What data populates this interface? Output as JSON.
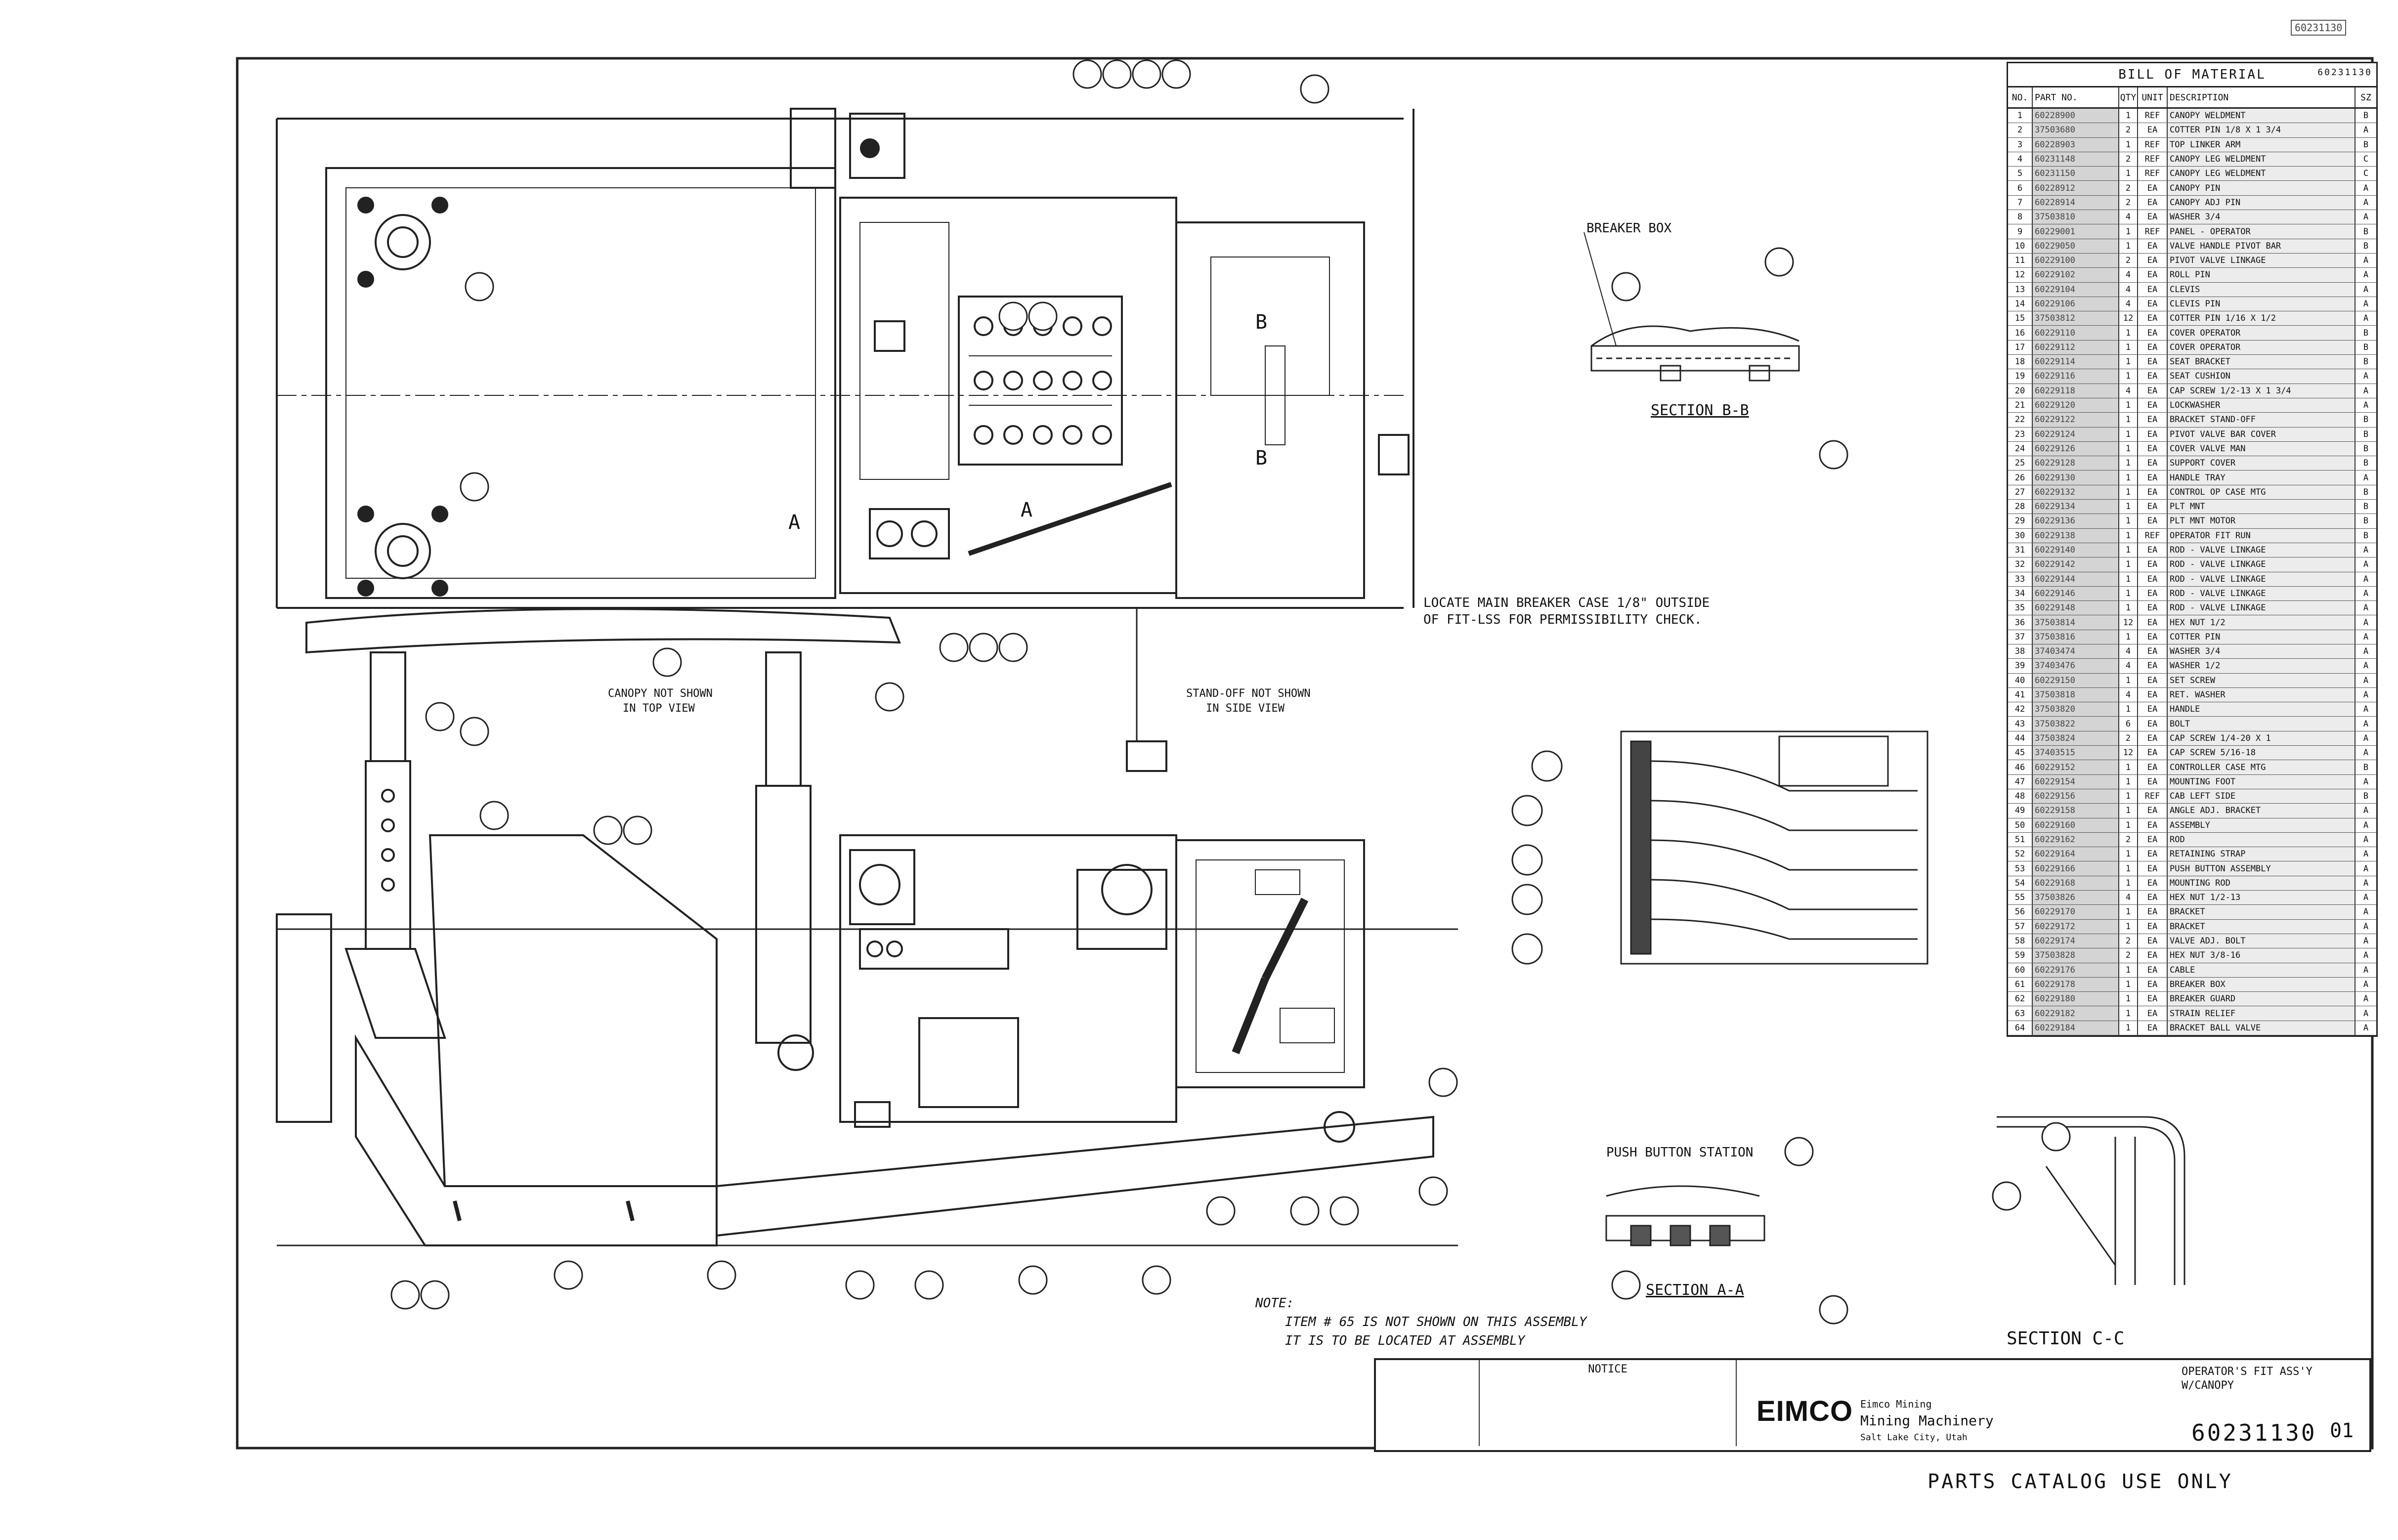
{
  "drawing": {
    "top_code": "60231130",
    "catalog_note": "PARTS CATALOG USE ONLY",
    "callouts": {
      "breaker_box": "BREAKER BOX",
      "section_b": "SECTION B-B",
      "section_a": "SECTION A-A",
      "section_c": "SECTION C-C",
      "push_button_station": "PUSH BUTTON STATION",
      "locate_main_breaker": "LOCATE MAIN BREAKER CASE 1/8\" OUTSIDE",
      "locate_main_breaker_2": "OF FIT-LSS FOR PERMISSIBILITY CHECK.",
      "canopy_not_shown": "CANOPY NOT SHOWN",
      "in_top_view": "IN TOP VIEW",
      "stand_off_not_shown": "STAND-OFF NOT SHOWN",
      "in_side_view": "IN SIDE VIEW"
    },
    "view_labels": {
      "a_left": "A",
      "a_right": "A",
      "b_top": "B",
      "b_bottom": "B"
    },
    "notes": {
      "heading": "NOTE:",
      "line1": "ITEM # 65 IS NOT SHOWN ON THIS ASSEMBLY",
      "line2": "IT IS TO BE LOCATED AT ASSEMBLY"
    }
  },
  "bom": {
    "title": "BILL OF MATERIAL",
    "dwg_ref": "60231130",
    "columns": [
      "NO.",
      "PART NO.",
      "QTY",
      "UNIT",
      "DESCRIPTION",
      "SZ"
    ],
    "rows": [
      [
        "1",
        "60228900",
        "1",
        "REF",
        "CANOPY WELDMENT",
        "B"
      ],
      [
        "2",
        "37503680",
        "2",
        "EA",
        "COTTER PIN 1/8 X 1 3/4",
        "A"
      ],
      [
        "3",
        "60228903",
        "1",
        "REF",
        "TOP LINKER ARM",
        "B"
      ],
      [
        "4",
        "60231148",
        "2",
        "REF",
        "CANOPY LEG WELDMENT",
        "C"
      ],
      [
        "5",
        "60231150",
        "1",
        "REF",
        "CANOPY LEG WELDMENT",
        "C"
      ],
      [
        "6",
        "60228912",
        "2",
        "EA",
        "CANOPY PIN",
        "A"
      ],
      [
        "7",
        "60228914",
        "2",
        "EA",
        "CANOPY ADJ PIN",
        "A"
      ],
      [
        "8",
        "37503810",
        "4",
        "EA",
        "WASHER 3/4",
        "A"
      ],
      [
        "9",
        "60229001",
        "1",
        "REF",
        "PANEL - OPERATOR",
        "B"
      ],
      [
        "10",
        "60229050",
        "1",
        "EA",
        "VALVE HANDLE PIVOT BAR",
        "B"
      ],
      [
        "11",
        "60229100",
        "2",
        "EA",
        "PIVOT VALVE LINKAGE",
        "A"
      ],
      [
        "12",
        "60229102",
        "4",
        "EA",
        "ROLL PIN",
        "A"
      ],
      [
        "13",
        "60229104",
        "4",
        "EA",
        "CLEVIS",
        "A"
      ],
      [
        "14",
        "60229106",
        "4",
        "EA",
        "CLEVIS PIN",
        "A"
      ],
      [
        "15",
        "37503812",
        "12",
        "EA",
        "COTTER PIN 1/16 X 1/2",
        "A"
      ],
      [
        "16",
        "60229110",
        "1",
        "EA",
        "COVER OPERATOR",
        "B"
      ],
      [
        "17",
        "60229112",
        "1",
        "EA",
        "COVER OPERATOR",
        "B"
      ],
      [
        "18",
        "60229114",
        "1",
        "EA",
        "SEAT BRACKET",
        "B"
      ],
      [
        "19",
        "60229116",
        "1",
        "EA",
        "SEAT CUSHION",
        "A"
      ],
      [
        "20",
        "60229118",
        "4",
        "EA",
        "CAP SCREW 1/2-13 X 1 3/4",
        "A"
      ],
      [
        "21",
        "60229120",
        "1",
        "EA",
        "LOCKWASHER",
        "A"
      ],
      [
        "22",
        "60229122",
        "1",
        "EA",
        "BRACKET STAND-OFF",
        "B"
      ],
      [
        "23",
        "60229124",
        "1",
        "EA",
        "PIVOT VALVE BAR COVER",
        "B"
      ],
      [
        "24",
        "60229126",
        "1",
        "EA",
        "COVER VALVE MAN",
        "B"
      ],
      [
        "25",
        "60229128",
        "1",
        "EA",
        "SUPPORT COVER",
        "B"
      ],
      [
        "26",
        "60229130",
        "1",
        "EA",
        "HANDLE TRAY",
        "A"
      ],
      [
        "27",
        "60229132",
        "1",
        "EA",
        "CONTROL OP CASE MTG",
        "B"
      ],
      [
        "28",
        "60229134",
        "1",
        "EA",
        "PLT MNT",
        "B"
      ],
      [
        "29",
        "60229136",
        "1",
        "EA",
        "PLT MNT MOTOR",
        "B"
      ],
      [
        "30",
        "60229138",
        "1",
        "REF",
        "OPERATOR FIT RUN",
        "B"
      ],
      [
        "31",
        "60229140",
        "1",
        "EA",
        "ROD - VALVE LINKAGE",
        "A"
      ],
      [
        "32",
        "60229142",
        "1",
        "EA",
        "ROD - VALVE LINKAGE",
        "A"
      ],
      [
        "33",
        "60229144",
        "1",
        "EA",
        "ROD - VALVE LINKAGE",
        "A"
      ],
      [
        "34",
        "60229146",
        "1",
        "EA",
        "ROD - VALVE LINKAGE",
        "A"
      ],
      [
        "35",
        "60229148",
        "1",
        "EA",
        "ROD - VALVE LINKAGE",
        "A"
      ],
      [
        "36",
        "37503814",
        "12",
        "EA",
        "HEX NUT 1/2",
        "A"
      ],
      [
        "37",
        "37503816",
        "1",
        "EA",
        "COTTER PIN",
        "A"
      ],
      [
        "38",
        "37403474",
        "4",
        "EA",
        "WASHER 3/4",
        "A"
      ],
      [
        "39",
        "37403476",
        "4",
        "EA",
        "WASHER 1/2",
        "A"
      ],
      [
        "40",
        "60229150",
        "1",
        "EA",
        "SET SCREW",
        "A"
      ],
      [
        "41",
        "37503818",
        "4",
        "EA",
        "RET. WASHER",
        "A"
      ],
      [
        "42",
        "37503820",
        "1",
        "EA",
        "HANDLE",
        "A"
      ],
      [
        "43",
        "37503822",
        "6",
        "EA",
        "BOLT",
        "A"
      ],
      [
        "44",
        "37503824",
        "2",
        "EA",
        "CAP SCREW 1/4-20 X 1",
        "A"
      ],
      [
        "45",
        "37403515",
        "12",
        "EA",
        "CAP SCREW 5/16-18",
        "A"
      ],
      [
        "46",
        "60229152",
        "1",
        "EA",
        "CONTROLLER CASE MTG",
        "B"
      ],
      [
        "47",
        "60229154",
        "1",
        "EA",
        "MOUNTING FOOT",
        "A"
      ],
      [
        "48",
        "60229156",
        "1",
        "REF",
        "CAB LEFT SIDE",
        "B"
      ],
      [
        "49",
        "60229158",
        "1",
        "EA",
        "ANGLE ADJ. BRACKET",
        "A"
      ],
      [
        "50",
        "60229160",
        "1",
        "EA",
        "ASSEMBLY",
        "A"
      ],
      [
        "51",
        "60229162",
        "2",
        "EA",
        "ROD",
        "A"
      ],
      [
        "52",
        "60229164",
        "1",
        "EA",
        "RETAINING STRAP",
        "A"
      ],
      [
        "53",
        "60229166",
        "1",
        "EA",
        "PUSH BUTTON ASSEMBLY",
        "A"
      ],
      [
        "54",
        "60229168",
        "1",
        "EA",
        "MOUNTING ROD",
        "A"
      ],
      [
        "55",
        "37503826",
        "4",
        "EA",
        "HEX NUT 1/2-13",
        "A"
      ],
      [
        "56",
        "60229170",
        "1",
        "EA",
        "BRACKET",
        "A"
      ],
      [
        "57",
        "60229172",
        "1",
        "EA",
        "BRACKET",
        "A"
      ],
      [
        "58",
        "60229174",
        "2",
        "EA",
        "VALVE ADJ. BOLT",
        "A"
      ],
      [
        "59",
        "37503828",
        "2",
        "EA",
        "HEX NUT 3/8-16",
        "A"
      ],
      [
        "60",
        "60229176",
        "1",
        "EA",
        "CABLE",
        "A"
      ],
      [
        "61",
        "60229178",
        "1",
        "EA",
        "BREAKER BOX",
        "A"
      ],
      [
        "62",
        "60229180",
        "1",
        "EA",
        "BREAKER GUARD",
        "A"
      ],
      [
        "63",
        "60229182",
        "1",
        "EA",
        "STRAIN RELIEF",
        "A"
      ],
      [
        "64",
        "60229184",
        "1",
        "EA",
        "BRACKET BALL VALVE",
        "A"
      ]
    ]
  },
  "title_block": {
    "company_line1": "Eimco Mining",
    "company_line2": "Mining Machinery",
    "company_line3": "Salt Lake City, Utah",
    "logo": "EIMCO",
    "notice_heading": "NOTICE",
    "title_line1": "OPERATOR'S FIT ASS'Y",
    "title_line2": "W/CANOPY",
    "drawing_number": "60231130",
    "revision": "01"
  }
}
